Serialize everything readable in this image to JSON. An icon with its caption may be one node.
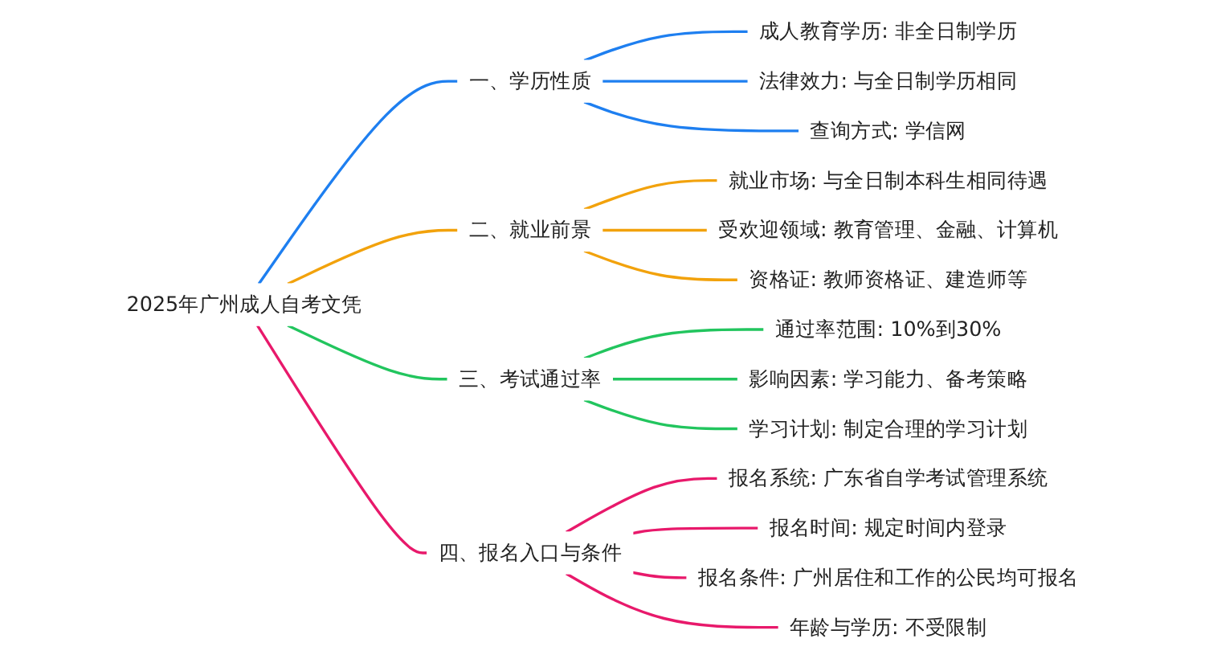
{
  "diagram": {
    "nodes": [
      {
        "text": [
          "2025年广州成人自考文凭"
        ]
      },
      {
        "text": [
          "一、学历性质"
        ]
      },
      {
        "text": [
          "成人教育学历: 非全日制学历"
        ]
      },
      {
        "text": [
          "法律效力: 与全日制学历相同"
        ]
      },
      {
        "text": [
          "查询方式: 学信网"
        ]
      },
      {
        "text": [
          "二、就业前景"
        ]
      },
      {
        "text": [
          "就业市场: 与全日制本科生相同待遇"
        ]
      },
      {
        "text": [
          "受欢迎领域: 教育管理、金融、计算机"
        ]
      },
      {
        "text": [
          "资格证: 教师资格证、建造师等"
        ]
      },
      {
        "text": [
          "三、考试通过率"
        ]
      },
      {
        "text": [
          "通过率范围: 10%到30%"
        ]
      },
      {
        "text": [
          "影响因素: 学习能力、备考策略"
        ]
      },
      {
        "text": [
          "学习计划: 制定合理的学习计划"
        ]
      },
      {
        "text": [
          "四、报名入口与条件"
        ]
      },
      {
        "text": [
          "报名系统: 广东省自学考试管理系统"
        ]
      },
      {
        "text": [
          "报名时间: 规定时间内登录"
        ]
      },
      {
        "text": [
          "报名条件: 广州居住和工作的公民均可报名"
        ]
      },
      {
        "text": [
          "年龄与学历: 不受限制"
        ]
      }
    ],
    "edges": [
      {
        "from": 0,
        "to": 1,
        "arrow": "none",
        "color": "#1e7ff0"
      },
      {
        "from": 1,
        "to": 2,
        "arrow": "none",
        "color": "#1e7ff0"
      },
      {
        "from": 1,
        "to": 3,
        "arrow": "none",
        "color": "#1e7ff0"
      },
      {
        "from": 1,
        "to": 4,
        "arrow": "none",
        "color": "#1e7ff0"
      },
      {
        "from": 0,
        "to": 5,
        "arrow": "none",
        "color": "#f2a20c"
      },
      {
        "from": 5,
        "to": 6,
        "arrow": "none",
        "color": "#f2a20c"
      },
      {
        "from": 5,
        "to": 7,
        "arrow": "none",
        "color": "#f2a20c"
      },
      {
        "from": 5,
        "to": 8,
        "arrow": "none",
        "color": "#f2a20c"
      },
      {
        "from": 0,
        "to": 9,
        "arrow": "none",
        "color": "#22c55e"
      },
      {
        "from": 9,
        "to": 10,
        "arrow": "none",
        "color": "#22c55e"
      },
      {
        "from": 9,
        "to": 11,
        "arrow": "none",
        "color": "#22c55e"
      },
      {
        "from": 9,
        "to": 12,
        "arrow": "none",
        "color": "#22c55e"
      },
      {
        "from": 0,
        "to": 13,
        "arrow": "none",
        "color": "#e8196b"
      },
      {
        "from": 13,
        "to": 14,
        "arrow": "none",
        "color": "#e8196b"
      },
      {
        "from": 13,
        "to": 15,
        "arrow": "none",
        "color": "#e8196b"
      },
      {
        "from": 13,
        "to": 16,
        "arrow": "none",
        "color": "#e8196b"
      },
      {
        "from": 13,
        "to": 17,
        "arrow": "none",
        "color": "#e8196b"
      }
    ]
  }
}
